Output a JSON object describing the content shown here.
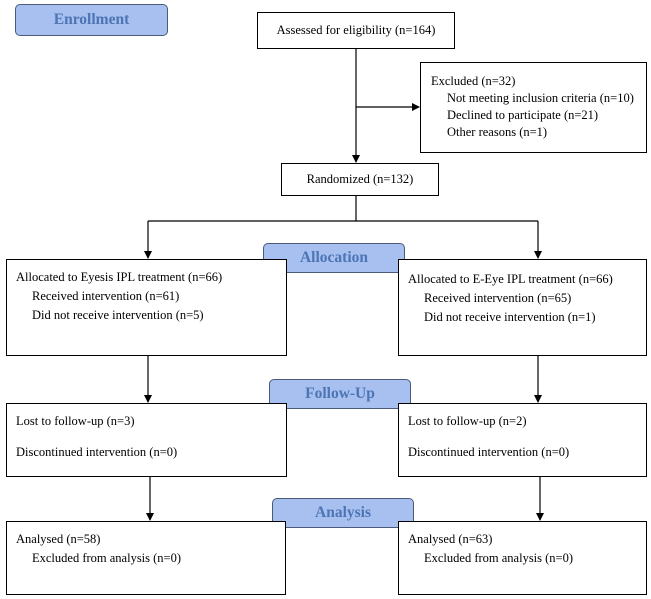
{
  "stages": {
    "enrollment": "Enrollment",
    "allocation": "Allocation",
    "follow_up": "Follow-Up",
    "analysis": "Analysis"
  },
  "assessed": "Assessed for eligibility (n=164)",
  "excluded": {
    "title": "Excluded (n=32)",
    "items": [
      "Not meeting inclusion criteria (n=10)",
      "Declined to participate (n=21)",
      "Other reasons (n=1)"
    ]
  },
  "randomized": "Randomized (n=132)",
  "left": {
    "allocated": "Allocated to Eyesis IPL treatment (n=66)",
    "received": "Received intervention (n=61)",
    "not_received": "Did not receive intervention (n=5)",
    "lost": "Lost to follow-up (n=3)",
    "discontinued": "Discontinued intervention (n=0)",
    "analysed": "Analysed (n=58)",
    "excluded_analysis": "Excluded from analysis (n=0)"
  },
  "right": {
    "allocated": "Allocated to E-Eye IPL treatment (n=66)",
    "received": "Received intervention (n=65)",
    "not_received": "Did not receive intervention (n=1)",
    "lost": "Lost to follow-up (n=2)",
    "discontinued": "Discontinued intervention (n=0)",
    "analysed": "Analysed (n=63)",
    "excluded_analysis": "Excluded from analysis (n=0)"
  }
}
